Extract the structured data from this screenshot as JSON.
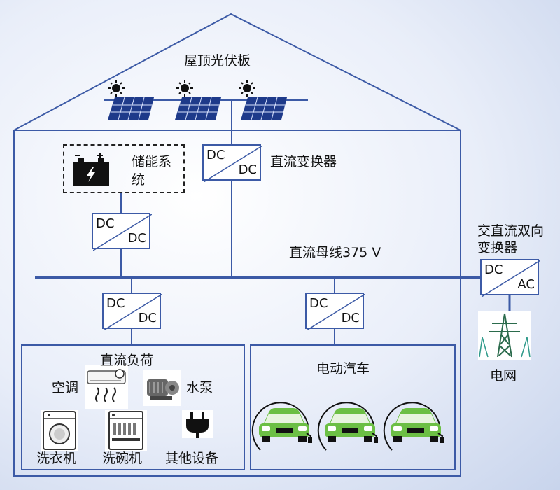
{
  "labels": {
    "rooftop_pv": "屋顶光伏板",
    "storage": "储能系统",
    "dc_converter": "直流变换器",
    "dc_bus": "直流母线375 V",
    "ac_dc_converter": "交直流双向变换器",
    "grid": "电网",
    "dc_load": "直流负荷",
    "ev": "电动汽车",
    "aircon": "空调",
    "pump": "水泵",
    "washer": "洗衣机",
    "dishwasher": "洗碗机",
    "other": "其他设备"
  },
  "converters": {
    "dc": "DC",
    "ac": "AC"
  },
  "colors": {
    "line": "#3c5aa6",
    "car_body": "#6cbf45",
    "panel": "#1e3a8a"
  }
}
